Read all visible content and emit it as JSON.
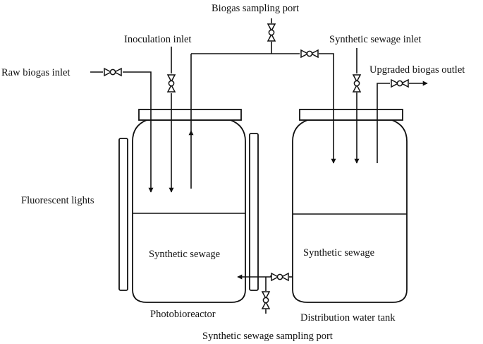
{
  "labels": {
    "biogas_sampling_port": "Biogas sampling port",
    "inoculation_inlet": "Inoculation inlet",
    "synthetic_sewage_inlet": "Synthetic sewage inlet",
    "raw_biogas_inlet": "Raw biogas inlet",
    "upgraded_biogas_outlet": "Upgraded biogas outlet",
    "fluorescent_lights": "Fluorescent lights",
    "synthetic_sewage_left": "Synthetic sewage",
    "synthetic_sewage_right": "Synthetic sewage",
    "photobioreactor": "Photobioreactor",
    "distribution_water_tank": "Distribution water tank",
    "synthetic_sewage_sampling_port": "Synthetic sewage sampling port"
  },
  "icons": {
    "valve": "bowtie-valve-with-circle-icon",
    "arrow": "arrowhead-icon"
  }
}
